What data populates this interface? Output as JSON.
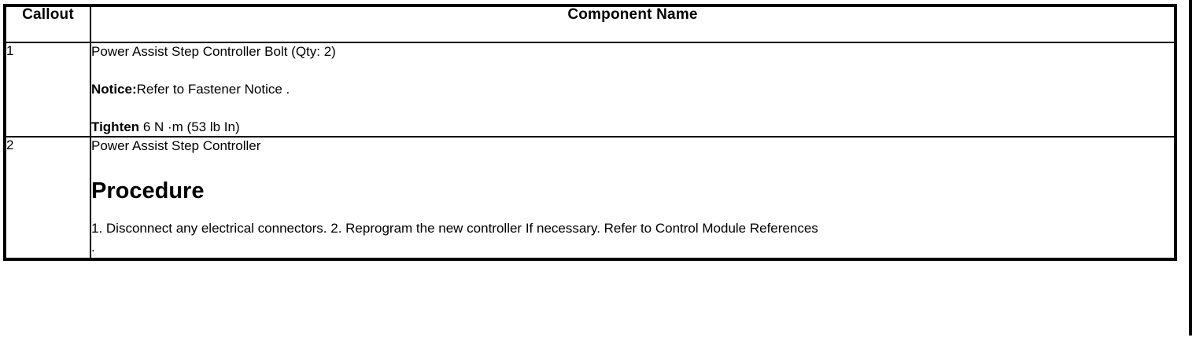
{
  "table": {
    "headers": {
      "callout": "Callout",
      "component_name": "Component Name"
    },
    "rows": [
      {
        "callout": "1",
        "title": "Power Assist Step Controller Bolt (Qty: 2)",
        "notice_label": "Notice:",
        "notice_text": "Refer to Fastener Notice .",
        "tighten_label": "Tighten",
        "tighten_value": "6 N ·m (53 lb In)"
      },
      {
        "callout": "2",
        "title": "Power Assist Step Controller",
        "procedure_heading": "Procedure",
        "procedure_text": "1. Disconnect any electrical connectors. 2. Reprogram the new controller If necessary. Refer to Control Module References",
        "procedure_trailing": "."
      }
    ]
  }
}
